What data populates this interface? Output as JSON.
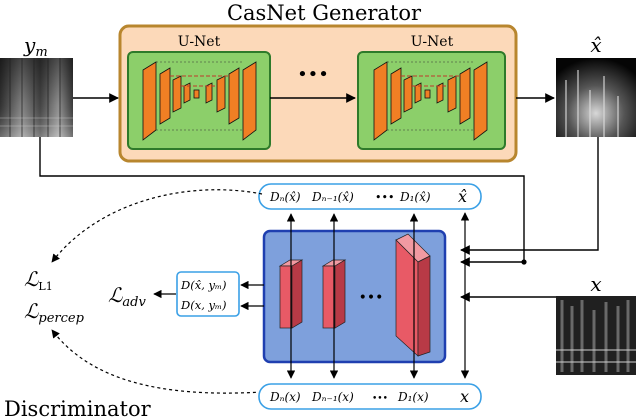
{
  "generator": {
    "title": "CasNet Generator",
    "unet_left_label": "U-Net",
    "unet_right_label": "U-Net",
    "dots": "•••"
  },
  "inputs": {
    "noisy_label": "y",
    "noisy_sub": "m",
    "enhanced_label": "x̂",
    "clean_label": "x"
  },
  "feature_bars": {
    "top": {
      "items": [
        "Dₙ(x̂)",
        "Dₙ₋₁(x̂)",
        "•••",
        "D₁(x̂)"
      ],
      "end": "x̂"
    },
    "bottom": {
      "items": [
        "Dₙ(x)",
        "Dₙ₋₁(x)",
        "•••",
        "D₁(x)"
      ],
      "end": "x"
    }
  },
  "discriminator": {
    "title": "Discriminator",
    "dots": "•••",
    "output_box": [
      "D(x̂, yₘ)",
      "D(x, yₘ)"
    ]
  },
  "losses": {
    "adv_main": "ℒ",
    "adv_sub": "adv",
    "l1_main": "ℒ",
    "l1_sub": "L1",
    "percep_main": "ℒ",
    "percep_sub": "percep"
  },
  "colors": {
    "generator_fill": "#fcd9b9",
    "generator_border": "#b8862e",
    "unet_fill": "#8ccf6a",
    "unet_border": "#2e7a2a",
    "layer_orange": "#f07f24",
    "disc_fill": "#7ea0dc",
    "disc_border": "#1f3fb0",
    "disc_layer": "#e85a66",
    "bar_border": "#3aa0e6"
  }
}
